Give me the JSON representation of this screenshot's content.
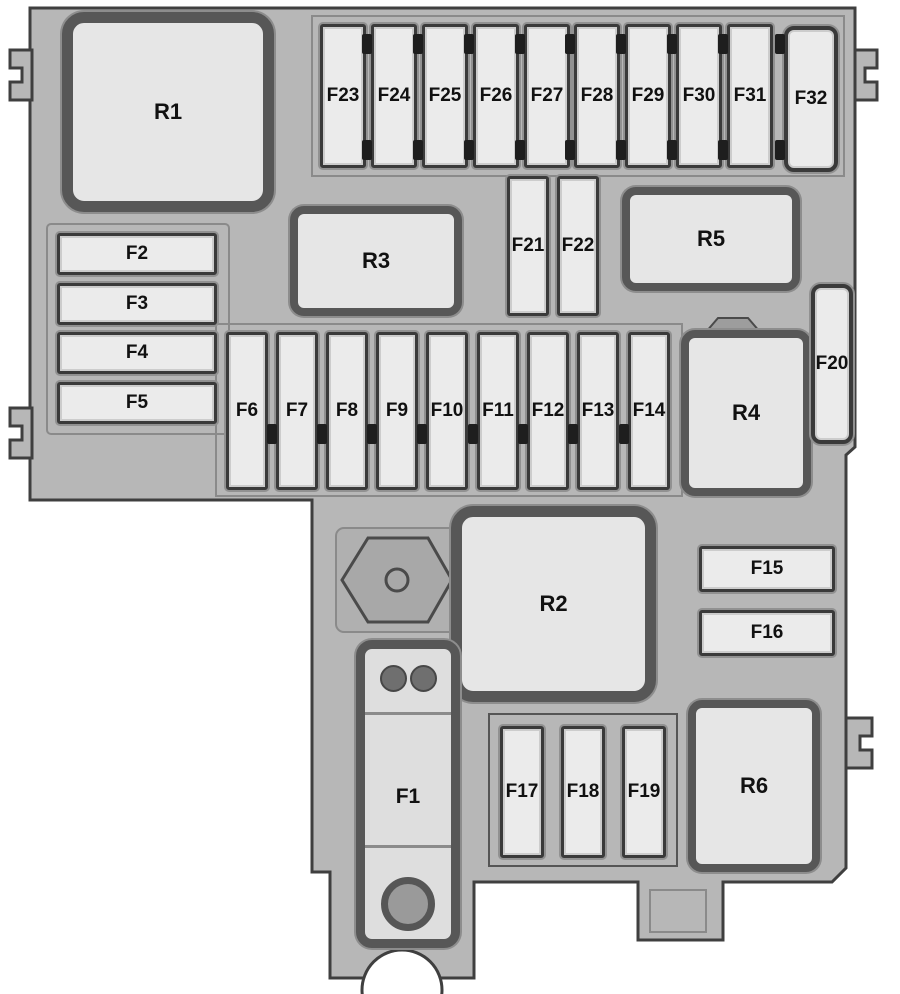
{
  "colors": {
    "panel": "#b7b7b7",
    "panel_outline": "#3f3f3f",
    "fuse_fill": "#ebebeb",
    "fuse_border": "#3a3a3a",
    "relay_fill": "#e6e6e6",
    "relay_border": "#575757",
    "label_text": "#111111"
  },
  "relays": [
    {
      "label": "R1"
    },
    {
      "label": "R2"
    },
    {
      "label": "R3"
    },
    {
      "label": "R4"
    },
    {
      "label": "R5"
    },
    {
      "label": "R6"
    }
  ],
  "fuses": [
    {
      "label": "F1"
    },
    {
      "label": "F2"
    },
    {
      "label": "F3"
    },
    {
      "label": "F4"
    },
    {
      "label": "F5"
    },
    {
      "label": "F6"
    },
    {
      "label": "F7"
    },
    {
      "label": "F8"
    },
    {
      "label": "F9"
    },
    {
      "label": "F10"
    },
    {
      "label": "F11"
    },
    {
      "label": "F12"
    },
    {
      "label": "F13"
    },
    {
      "label": "F14"
    },
    {
      "label": "F15"
    },
    {
      "label": "F16"
    },
    {
      "label": "F17"
    },
    {
      "label": "F18"
    },
    {
      "label": "F19"
    },
    {
      "label": "F20"
    },
    {
      "label": "F21"
    },
    {
      "label": "F22"
    },
    {
      "label": "F23"
    },
    {
      "label": "F24"
    },
    {
      "label": "F25"
    },
    {
      "label": "F26"
    },
    {
      "label": "F27"
    },
    {
      "label": "F28"
    },
    {
      "label": "F29"
    },
    {
      "label": "F30"
    },
    {
      "label": "F31"
    },
    {
      "label": "F32"
    }
  ]
}
